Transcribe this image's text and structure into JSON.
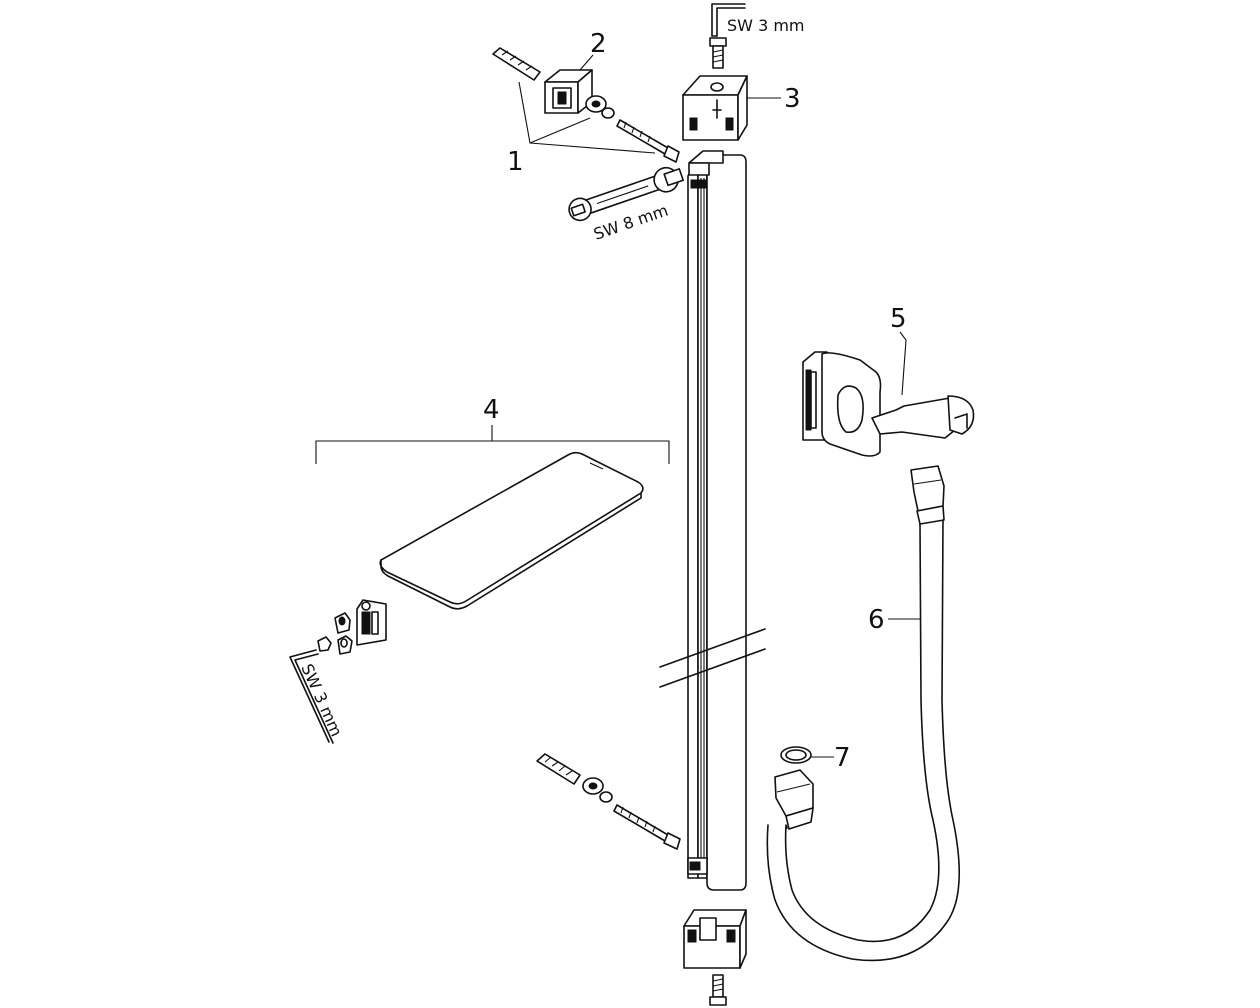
{
  "callouts": {
    "c1": "1",
    "c2": "2",
    "c3": "3",
    "c4": "4",
    "c5": "5",
    "c6": "6",
    "c7": "7"
  },
  "tools": {
    "hex_key_top": "SW 3 mm",
    "wrench": "SW 8 mm",
    "hex_key_left": "SW 3 mm"
  }
}
